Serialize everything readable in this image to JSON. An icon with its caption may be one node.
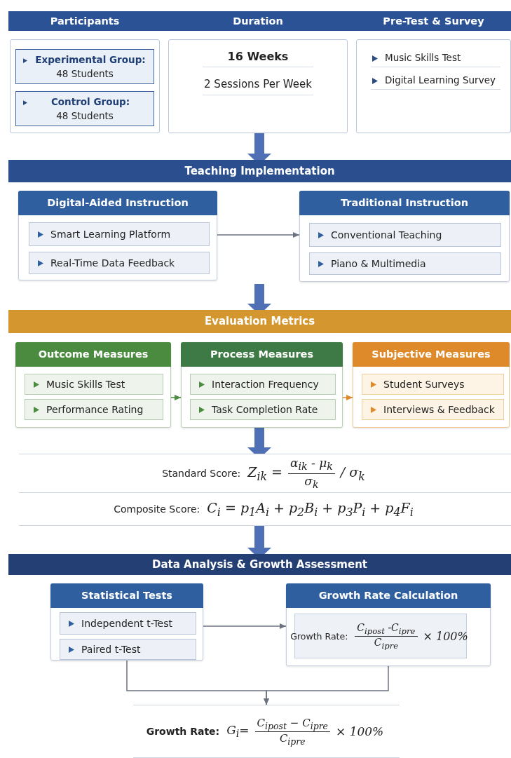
{
  "diagram": {
    "nodes": [
      {
        "text": [
          "Participants"
        ]
      },
      {
        "text": [
          "Experimental Group:",
          "48 Students"
        ],
        "in": 0
      },
      {
        "text": [
          "Control Group:",
          "48 Students"
        ],
        "in": 0
      },
      {
        "text": [
          "Duration",
          "16 Weeks",
          "2 Sessions Per Week"
        ]
      },
      {
        "text": [
          "Pre-Test & Survey",
          "Music Skills Test",
          "Digital Learning Survey"
        ]
      },
      {
        "text": [
          "Teaching Implementation"
        ]
      },
      {
        "text": [
          "Digital-Aided Instruction"
        ]
      },
      {
        "text": [
          "Smart Learning Platform"
        ],
        "in": 6
      },
      {
        "text": [
          "Real-Time Data Feedback"
        ],
        "in": 6
      },
      {
        "text": [
          "Traditional Instruction"
        ]
      },
      {
        "text": [
          "Conventional Teaching"
        ],
        "in": 9
      },
      {
        "text": [
          "Piano & Multimedia"
        ],
        "in": 9
      },
      {
        "text": [
          "Evaluation Metrics"
        ]
      },
      {
        "text": [
          "Outcome Measures"
        ]
      },
      {
        "text": [
          "Music Skills Test"
        ],
        "in": 13
      },
      {
        "text": [
          "Performance Rating"
        ],
        "in": 13
      },
      {
        "text": [
          "Process Measures"
        ]
      },
      {
        "text": [
          "Interaction Frequency"
        ],
        "in": 16
      },
      {
        "text": [
          "Task Completion Rate"
        ],
        "in": 16
      },
      {
        "text": [
          "Subjective Measures"
        ]
      },
      {
        "text": [
          "Student Surveys"
        ],
        "in": 19
      },
      {
        "text": [
          "Interviews & Feedback"
        ],
        "in": 19
      },
      {
        "text": [
          "Standard Score:",
          "Z$_{ik}$ =",
          "α$_{ik}$ - μ$_{k}$",
          "σ$_{k}$",
          "/ σ$_{k}$"
        ]
      },
      {
        "text": [
          "Composite Score:",
          "C$_{i}$ = p$_{1}$A$_{i}$ + p$_{2}$B$_{i}$ + p$_{3}$P$_{i}$ + p$_{4}$F$_{i}$"
        ]
      },
      {
        "text": [
          "Data Analysis & Growth Assessment"
        ]
      },
      {
        "text": [
          "Statistical Tests"
        ]
      },
      {
        "text": [
          "Independent t-Test"
        ],
        "in": 25
      },
      {
        "text": [
          "Paired t-Test"
        ],
        "in": 25
      },
      {
        "text": [
          "Growth Rate Calculation"
        ]
      },
      {
        "text": [
          "Growth Rate:",
          "C$_{ipost}$ -C$_{ipre}$",
          "C$_{ipre}$",
          "× 100%"
        ],
        "in": 28
      },
      {
        "text": [
          "Growth Rate:",
          "G$_{i}$=",
          "C$_{ipost}$ − C$_{ipre}$",
          "C$_{ipre}$",
          "× 100%"
        ]
      }
    ],
    "edges": [
      {
        "from": 3,
        "to": 5,
        "arrow": "to",
        "style": "thick",
        "color": "#4f70b4"
      },
      {
        "from": 6,
        "to": 9,
        "arrow": "to"
      },
      {
        "from": null,
        "to": 12,
        "arrow": "to",
        "style": "thick",
        "color": "#4f70b4"
      },
      {
        "from": 13,
        "to": 16,
        "arrow": "to",
        "color": "#4b8b3f"
      },
      {
        "from": 16,
        "to": 19,
        "arrow": "to",
        "color": "#df8a2a"
      },
      {
        "from": 16,
        "to": 22,
        "arrow": "to",
        "style": "thick",
        "color": "#4f70b4"
      },
      {
        "from": 23,
        "to": 24,
        "arrow": "to",
        "style": "thick",
        "color": "#4f70b4"
      },
      {
        "from": 25,
        "to": 28,
        "arrow": "to"
      },
      {
        "from": 25,
        "to": 30,
        "arrow": "to"
      },
      {
        "from": 28,
        "to": 30,
        "arrow": "to"
      }
    ]
  }
}
